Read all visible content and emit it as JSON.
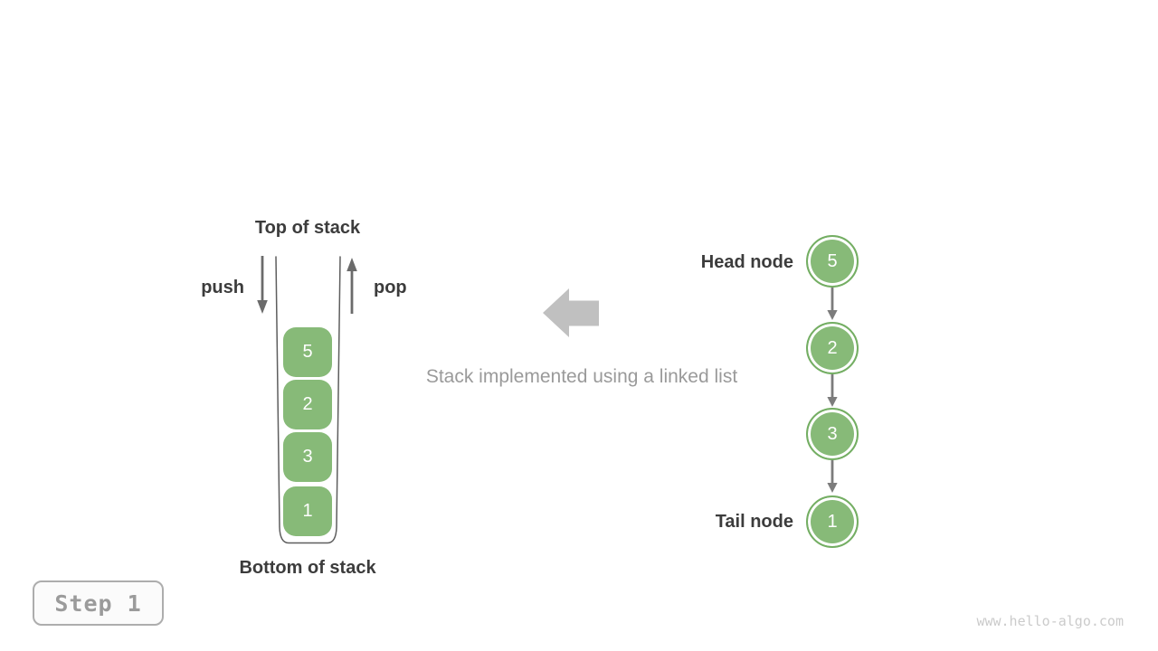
{
  "stack_panel": {
    "top_label": "Top of stack",
    "bottom_label": "Bottom of stack",
    "push_label": "push",
    "pop_label": "pop",
    "items": [
      "5",
      "2",
      "3",
      "1"
    ]
  },
  "center": {
    "caption": "Stack implemented using a linked list"
  },
  "linked_list_panel": {
    "head_label": "Head node",
    "tail_label": "Tail node",
    "nodes": [
      "5",
      "2",
      "3",
      "1"
    ]
  },
  "footer": {
    "step_label": "Step 1",
    "watermark": "www.hello-algo.com"
  },
  "colors": {
    "node_green": "#87BA78",
    "node_border_green": "#74AE63",
    "arrow_gray": "#6B6B6B",
    "link_arrow_gray": "#7C7C7C",
    "block_arrow_gray": "#C0C0C0",
    "container_outline": "#5E5E5E",
    "label_dark": "#3C3C3C",
    "caption_gray": "#9A9A9A",
    "badge_text_gray": "#9B9B9B"
  }
}
